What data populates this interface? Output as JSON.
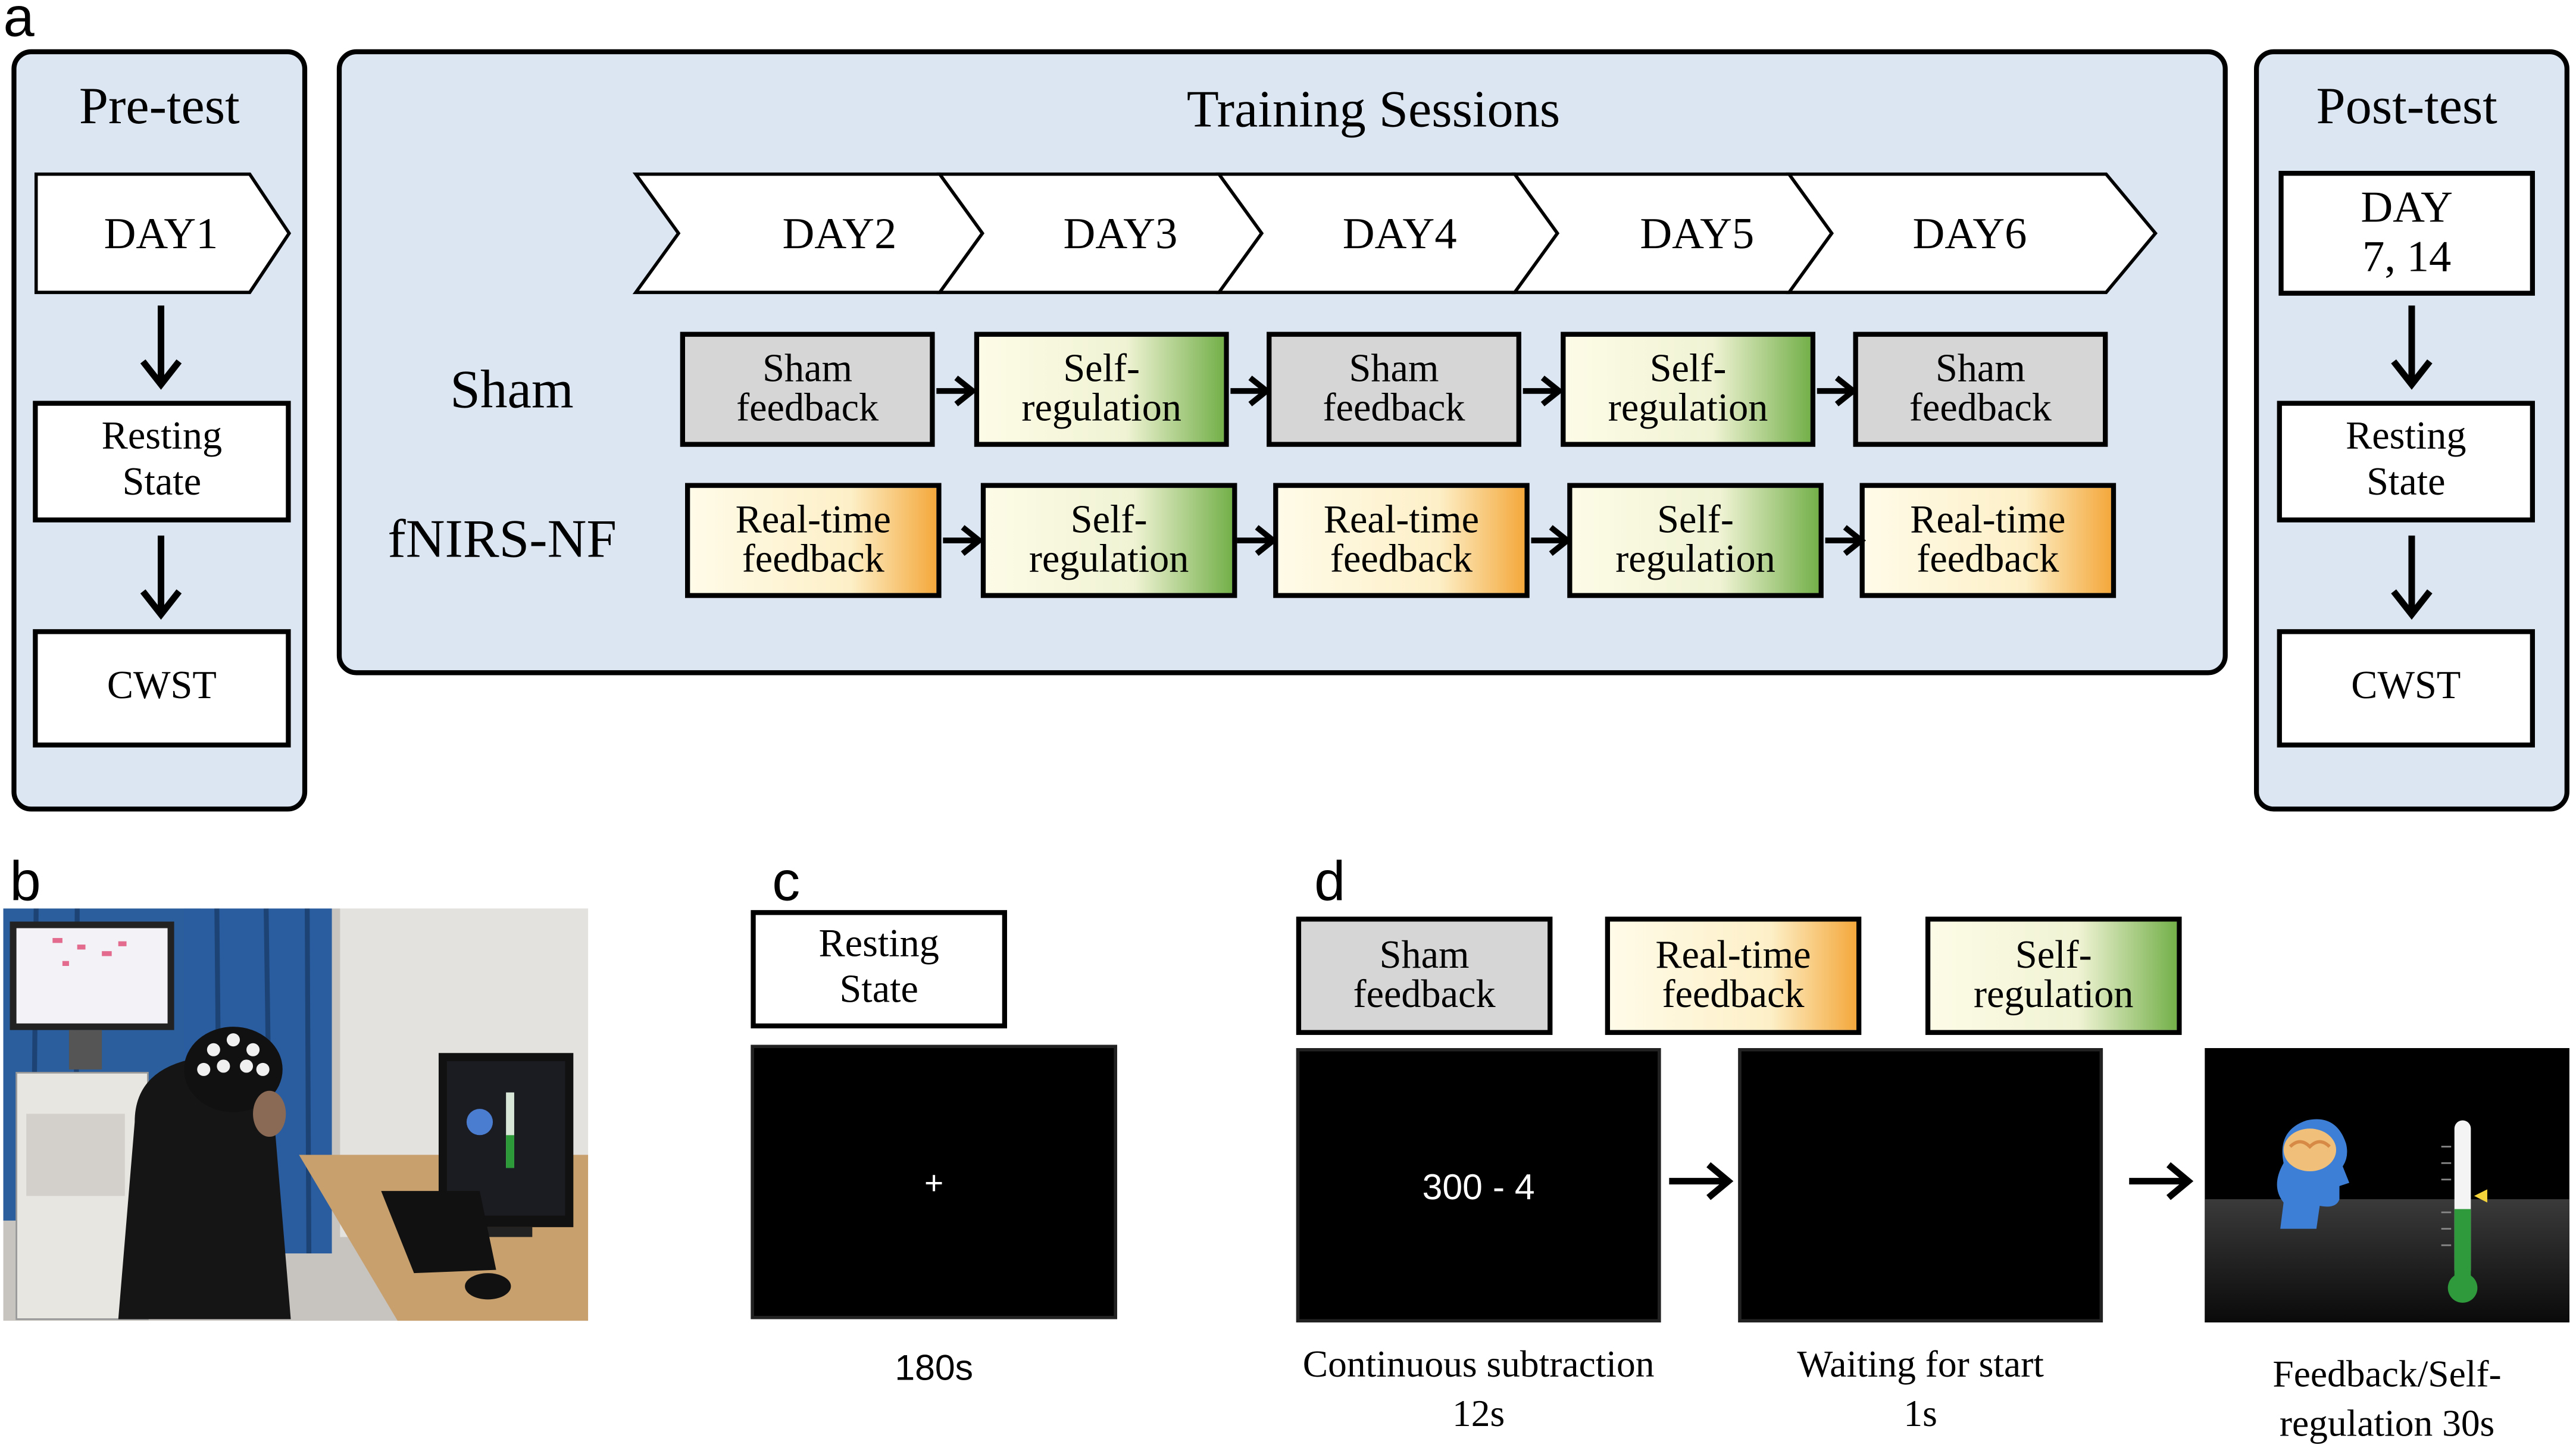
{
  "panels": {
    "a": "a",
    "b": "b",
    "c": "c",
    "d": "d"
  },
  "pretest": {
    "title": "Pre-test",
    "day": "DAY1",
    "resting_line1": "Resting",
    "resting_line2": "State",
    "cwst": "CWST"
  },
  "training": {
    "title": "Training  Sessions",
    "days": [
      "DAY2",
      "DAY3",
      "DAY4",
      "DAY5",
      "DAY6"
    ],
    "sham_label": "Sham",
    "nf_label": "fNIRS-NF",
    "sham_row": [
      {
        "l1": "Sham",
        "l2": "feedback",
        "kind": "sham"
      },
      {
        "l1": "Self-",
        "l2": "regulation",
        "kind": "sr"
      },
      {
        "l1": "Sham",
        "l2": "feedback",
        "kind": "sham"
      },
      {
        "l1": "Self-",
        "l2": "regulation",
        "kind": "sr"
      },
      {
        "l1": "Sham",
        "l2": "feedback",
        "kind": "sham"
      }
    ],
    "nf_row": [
      {
        "l1": "Real-time",
        "l2": "feedback",
        "kind": "rt"
      },
      {
        "l1": "Self-",
        "l2": "regulation",
        "kind": "sr"
      },
      {
        "l1": "Real-time",
        "l2": "feedback",
        "kind": "rt"
      },
      {
        "l1": "Self-",
        "l2": "regulation",
        "kind": "sr"
      },
      {
        "l1": "Real-time",
        "l2": "feedback",
        "kind": "rt"
      }
    ]
  },
  "posttest": {
    "title": "Post-test",
    "day_line1": "DAY",
    "day_line2": "7, 14",
    "resting_line1": "Resting",
    "resting_line2": "State",
    "cwst": "CWST"
  },
  "panel_c": {
    "label_line1": "Resting",
    "label_line2": "State",
    "fixation": "+",
    "duration": "180s"
  },
  "panel_d": {
    "legend": [
      {
        "l1": "Sham",
        "l2": "feedback",
        "kind": "sham"
      },
      {
        "l1": "Real-time",
        "l2": "feedback",
        "kind": "rt"
      },
      {
        "l1": "Self-",
        "l2": "regulation",
        "kind": "sr"
      }
    ],
    "screen1_text": "300 - 4",
    "cap1_line1": "Continuous subtraction",
    "cap1_line2": "12s",
    "cap2_line1": "Waiting for start",
    "cap2_line2": "1s",
    "cap3_line1": "Feedback/Self-",
    "cap3_line2": "regulation 30s"
  },
  "colors": {
    "panel_bg": "#dce6f2",
    "sham": "#d6d6d6",
    "realtime_accent": "#f4a83c",
    "selfreg_accent": "#74b04a"
  }
}
